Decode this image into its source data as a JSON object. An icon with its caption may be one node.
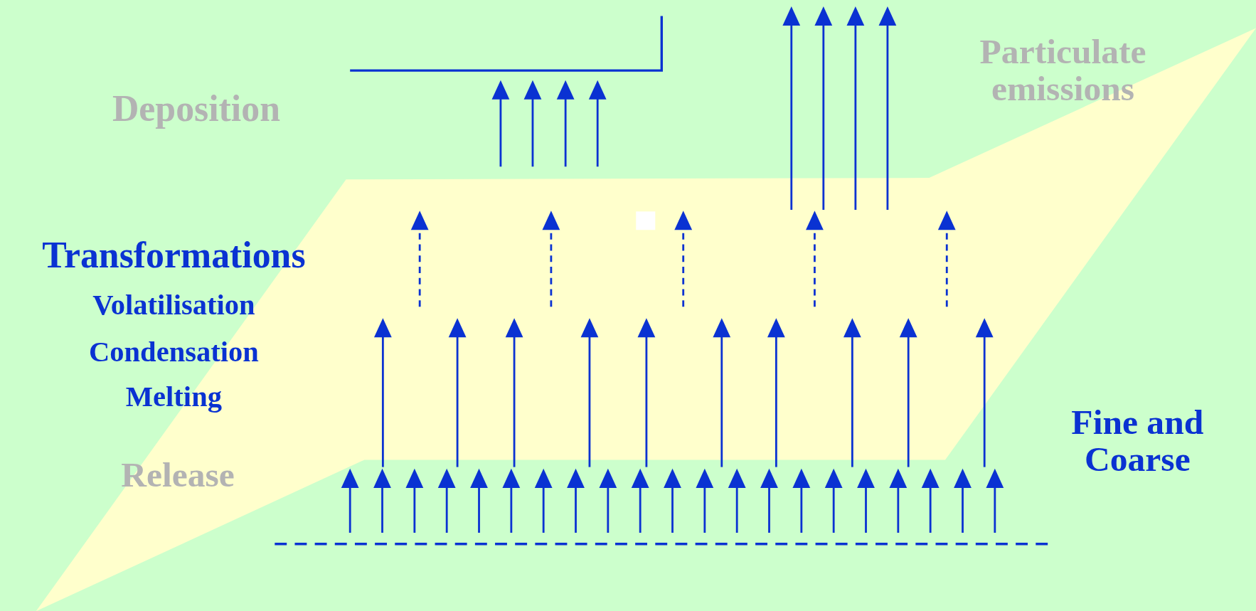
{
  "diagram": {
    "labels": [
      "Deposition",
      "Particulate emissions",
      "Transformations",
      "Volatilisation",
      "Condensation",
      "Melting",
      "Release",
      "Fine and Coarse"
    ]
  }
}
